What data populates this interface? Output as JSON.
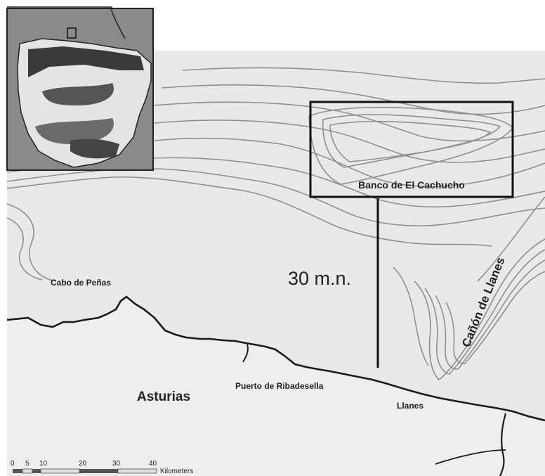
{
  "labels": {
    "bank": "Banco de El Cachucho",
    "distance": "30 m.n.",
    "canyon": "Cañón de Llanes",
    "cape": "Cabo de Peñas",
    "region": "Asturias",
    "port": "Puerto de Ribadesella",
    "town": "Llanes"
  },
  "scale_bar": {
    "ticks": [
      "0",
      "5",
      "10",
      "20",
      "30",
      "40"
    ],
    "unit": "Kilometers"
  },
  "colors": {
    "sea": "#e9e9e9",
    "land": "#eeeeee",
    "coastline": "#1a1a1a",
    "isobath": "#8f8f8f",
    "inset_sea": "#8a8a8a"
  }
}
